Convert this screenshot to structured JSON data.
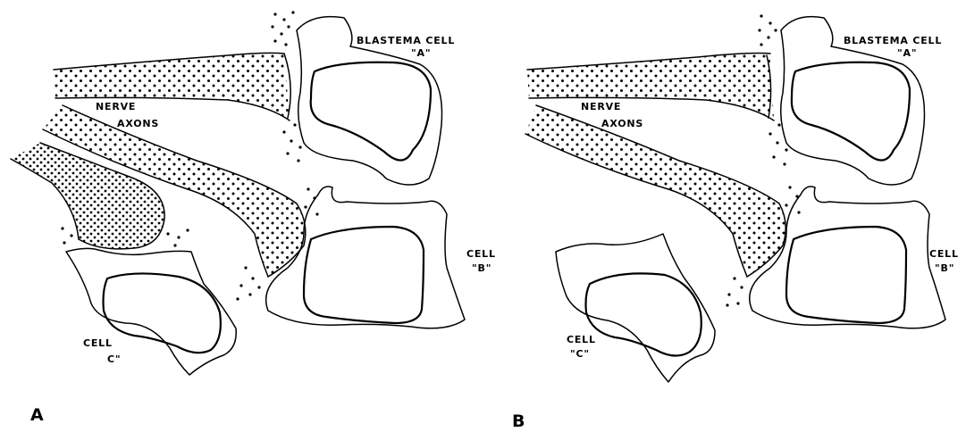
{
  "panels": [
    {
      "letter": "A",
      "labels": {
        "cell_a_line1": "BLASTEMA  CELL",
        "cell_a_line2": "\"A\"",
        "nerve": "NERVE",
        "axons": "AXONS",
        "cell_b_line1": "CELL",
        "cell_b_line2": "\"B\"",
        "cell_c_line1": "CELL",
        "cell_c_line2": "C\""
      }
    },
    {
      "letter": "B",
      "labels": {
        "cell_a_line1": "BLASTEMA  CELL",
        "cell_a_line2": "\"A\"",
        "nerve": "NERVE",
        "axons": "AXONS",
        "cell_b_line1": "CELL",
        "cell_b_line2": "\"B\"",
        "cell_c_line1": "CELL",
        "cell_c_line2": "\"C\""
      }
    }
  ]
}
